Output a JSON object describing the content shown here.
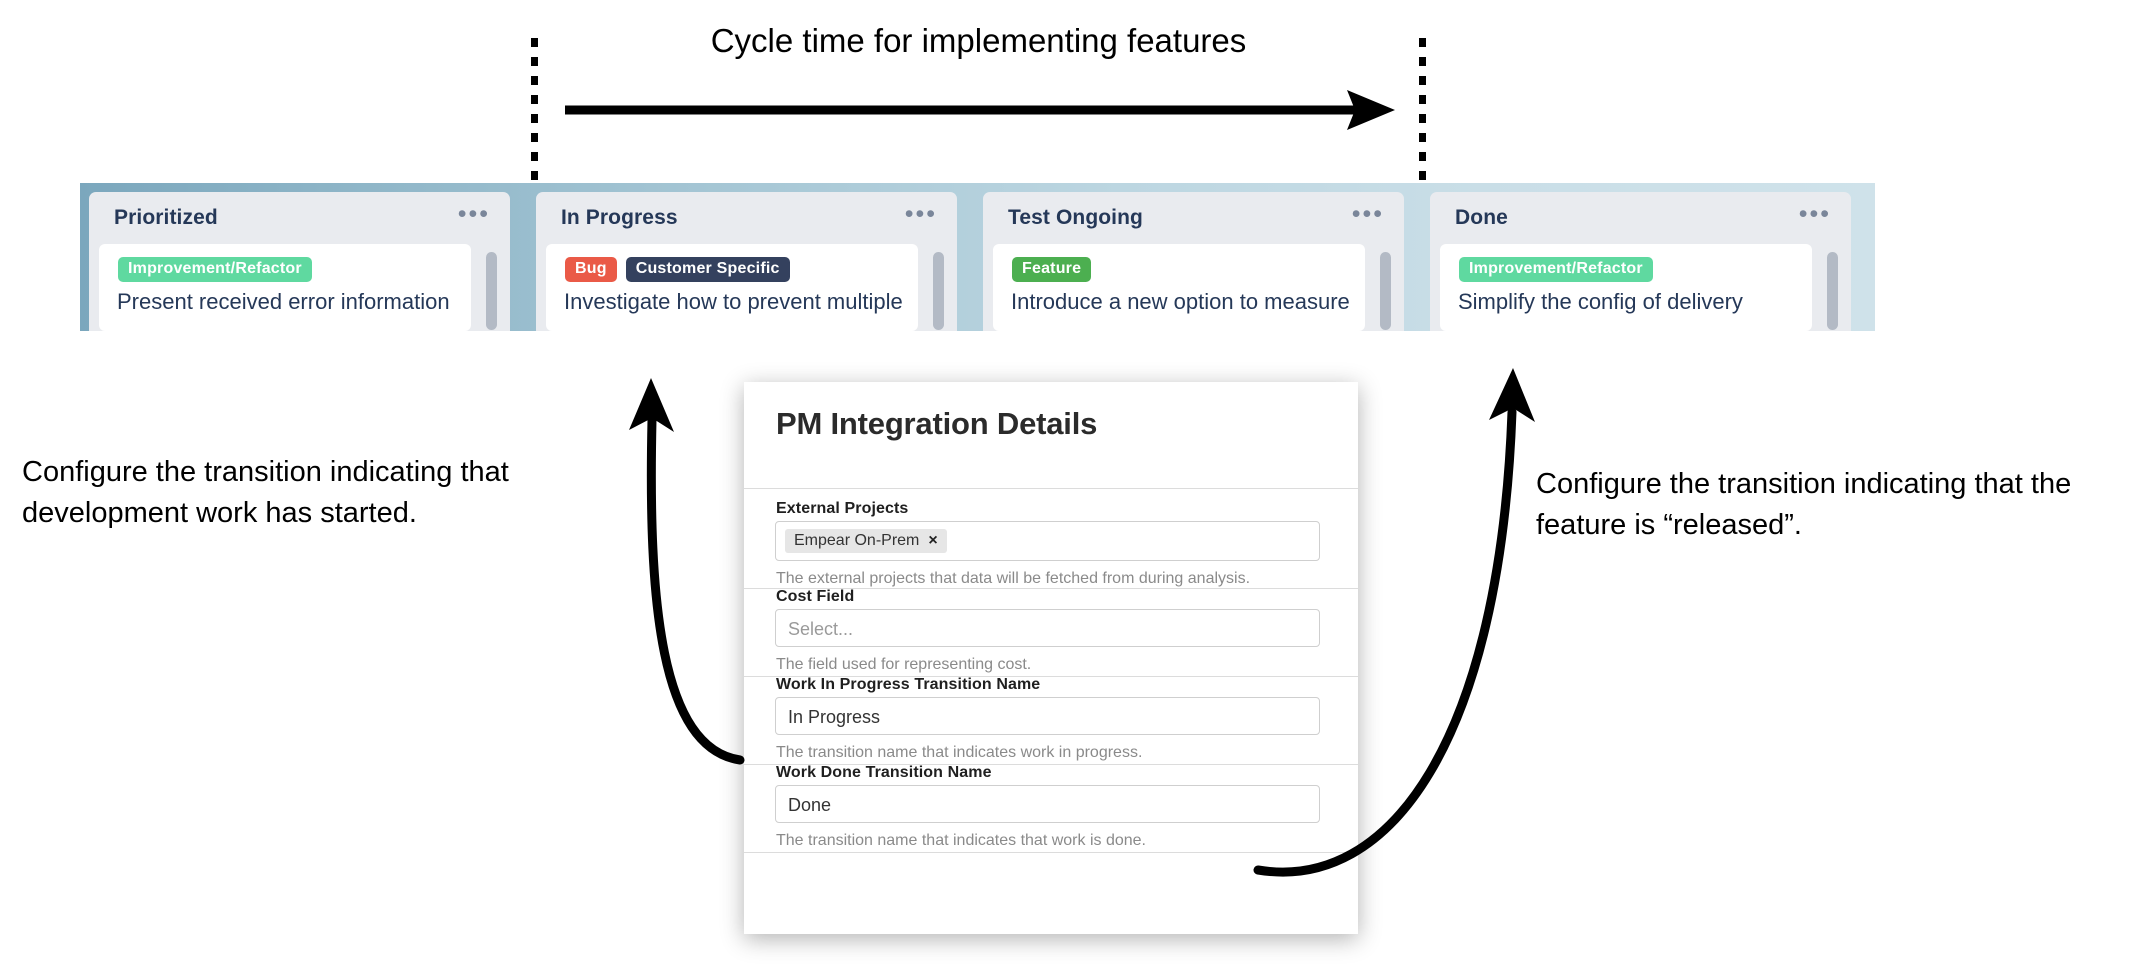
{
  "annotation": {
    "cycle_title": "Cycle time for implementing features",
    "note_left": "Configure the transition indicating that development work has started.",
    "note_right": "Configure the transition indicating that the feature is “released”."
  },
  "board": {
    "columns": [
      {
        "title": "Prioritized",
        "menu_icon": "•••",
        "card": {
          "title": "Present received error information",
          "badges": [
            {
              "label": "Improvement/Refactor",
              "color": "#5fd9a0"
            }
          ]
        }
      },
      {
        "title": "In Progress",
        "menu_icon": "•••",
        "card": {
          "title": "Investigate how to prevent multiple",
          "badges": [
            {
              "label": "Bug",
              "color": "#ea5a47"
            },
            {
              "label": "Customer Specific",
              "color": "#34415e"
            }
          ]
        }
      },
      {
        "title": "Test Ongoing",
        "menu_icon": "•••",
        "card": {
          "title": "Introduce a new option to measure",
          "badges": [
            {
              "label": "Feature",
              "color": "#4caf50"
            }
          ]
        }
      },
      {
        "title": "Done",
        "menu_icon": "•••",
        "card": {
          "title": "Simplify the config of delivery",
          "badges": [
            {
              "label": "Improvement/Refactor",
              "color": "#5fd9a0"
            }
          ]
        }
      }
    ]
  },
  "modal": {
    "title": "PM Integration Details",
    "fields": [
      {
        "label": "External Projects",
        "chip": "Empear On-Prem",
        "chip_remove_icon": "×",
        "help": "The external projects that data will be fetched from during analysis."
      },
      {
        "label": "Cost Field",
        "value": "",
        "placeholder": "Select...",
        "help": "The field used for representing cost."
      },
      {
        "label": "Work In Progress Transition Name",
        "value": "In Progress",
        "help": "The transition name that indicates work in progress."
      },
      {
        "label": "Work Done Transition Name",
        "value": "Done",
        "help": "The transition name that indicates that work is done."
      }
    ]
  },
  "colors": {
    "board_background_start": "#7ba7bd",
    "board_background_end": "#cfe2ea",
    "column_background": "#e9ebef",
    "column_title": "#253858",
    "card_title": "#253858",
    "help_text": "#8a8a8a"
  }
}
